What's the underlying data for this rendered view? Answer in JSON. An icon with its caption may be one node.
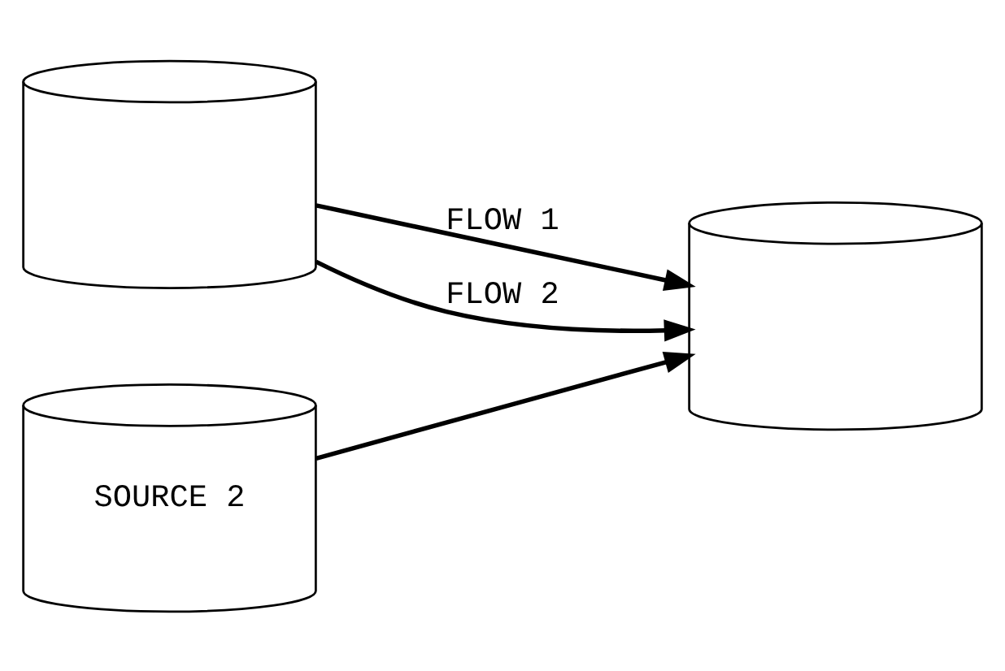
{
  "diagram": {
    "nodes": [
      {
        "text": [],
        "shape": "cylinder"
      },
      {
        "text": [],
        "shape": "cylinder"
      },
      {
        "text": [
          "SOURCE 2"
        ]
      }
    ],
    "edges": [
      {
        "from": 0,
        "to": 1,
        "arrow": "to",
        "label": "FLOW 1"
      },
      {
        "from": 0,
        "to": 1,
        "arrow": "to",
        "label": "FLOW 2"
      },
      {
        "from": 2,
        "to": 1,
        "arrow": "to"
      }
    ]
  }
}
